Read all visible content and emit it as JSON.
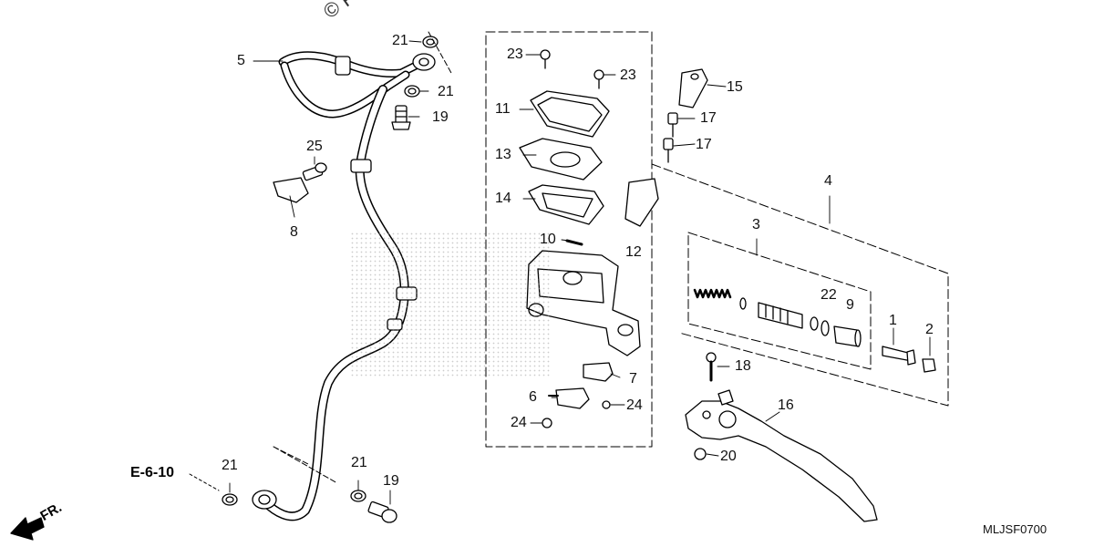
{
  "watermark": "© Partzilla",
  "reference": "E-6-10",
  "direction": "FR.",
  "diagram_code": "MLJSF0700",
  "callouts": {
    "n1": "1",
    "n2": "2",
    "n3": "3",
    "n4": "4",
    "n5": "5",
    "n6": "6",
    "n7": "7",
    "n8": "8",
    "n9": "9",
    "n10": "10",
    "n11": "11",
    "n12": "12",
    "n13": "13",
    "n14": "14",
    "n15": "15",
    "n16": "16",
    "n17a": "17",
    "n17b": "17",
    "n18": "18",
    "n19a": "19",
    "n19b": "19",
    "n20": "20",
    "n21a": "21",
    "n21b": "21",
    "n21c": "21",
    "n21d": "21",
    "n22": "22",
    "n23a": "23",
    "n23b": "23",
    "n24a": "24",
    "n24b": "24",
    "n25": "25"
  },
  "colors": {
    "line": "#000000",
    "fill": "#ffffff",
    "shade": "#cccccc"
  }
}
